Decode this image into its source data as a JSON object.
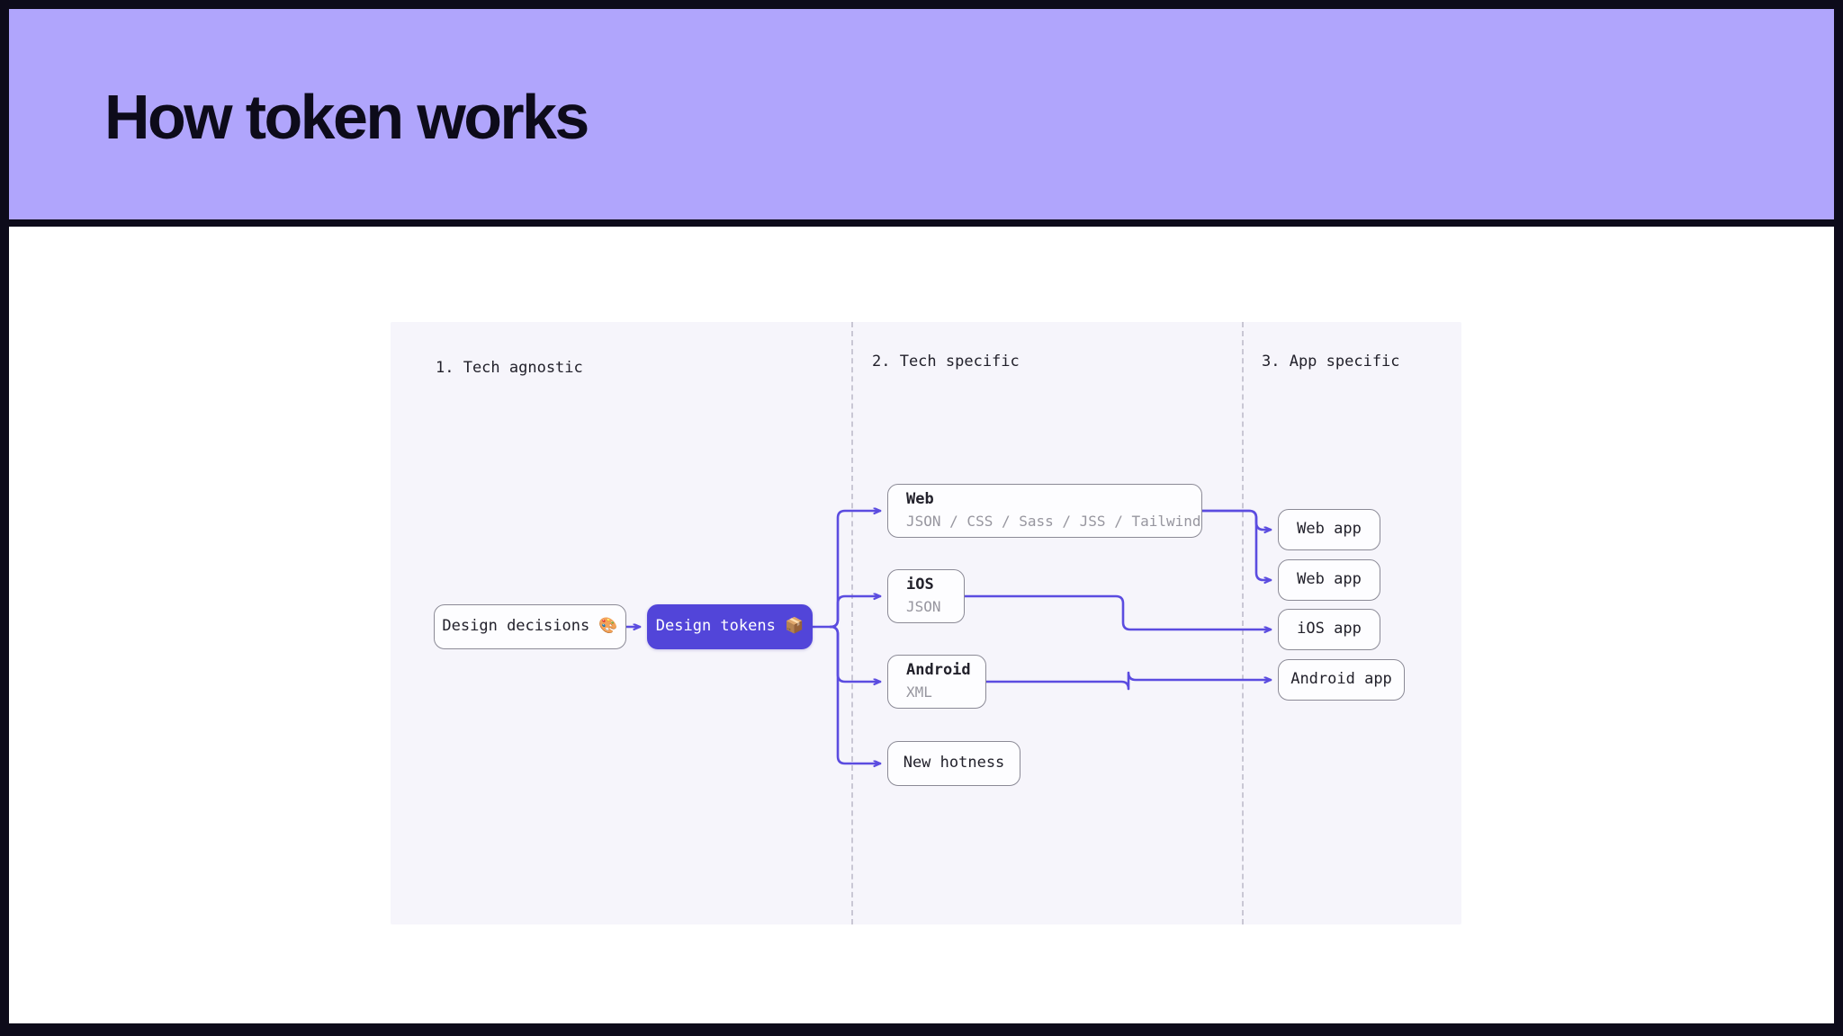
{
  "header": {
    "title": "How token works",
    "background": "#b0a5fc"
  },
  "theme": {
    "frame": "#0d0b1a",
    "canvas": "#ffffff",
    "panel_background": "#f6f5fb",
    "accent": "#5245d9",
    "connector": "#5b4ce0",
    "node_border": "#8b8a96",
    "muted_text": "#97969f",
    "divider": "#c9c7d4"
  },
  "diagram": {
    "type": "flow",
    "columns": [
      {
        "id": "col-1",
        "label": "1. Tech agnostic"
      },
      {
        "id": "col-2",
        "label": "2. Tech specific"
      },
      {
        "id": "col-3",
        "label": "3. App specific"
      }
    ],
    "nodes": {
      "design_decisions": {
        "title": "Design decisions 🎨",
        "column": "col-1",
        "style": "outline"
      },
      "design_tokens": {
        "title": "Design tokens 📦",
        "column": "col-1",
        "style": "filled"
      },
      "web": {
        "title": "Web",
        "subtitle": "JSON / CSS / Sass / JSS / Tailwind",
        "column": "col-2",
        "style": "outline"
      },
      "ios": {
        "title": "iOS",
        "subtitle": "JSON",
        "column": "col-2",
        "style": "outline"
      },
      "android": {
        "title": "Android",
        "subtitle": "XML",
        "column": "col-2",
        "style": "outline"
      },
      "new_hotness": {
        "title": "New hotness",
        "column": "col-2",
        "style": "outline"
      },
      "web_app_1": {
        "title": "Web app",
        "column": "col-3",
        "style": "outline"
      },
      "web_app_2": {
        "title": "Web app",
        "column": "col-3",
        "style": "outline"
      },
      "ios_app": {
        "title": "iOS app",
        "column": "col-3",
        "style": "outline"
      },
      "android_app": {
        "title": "Android app",
        "column": "col-3",
        "style": "outline"
      }
    },
    "edges": [
      {
        "from": "design_decisions",
        "to": "design_tokens"
      },
      {
        "from": "design_tokens",
        "to": "web"
      },
      {
        "from": "design_tokens",
        "to": "ios"
      },
      {
        "from": "design_tokens",
        "to": "android"
      },
      {
        "from": "design_tokens",
        "to": "new_hotness"
      },
      {
        "from": "web",
        "to": "web_app_1"
      },
      {
        "from": "web",
        "to": "web_app_2"
      },
      {
        "from": "ios",
        "to": "ios_app"
      },
      {
        "from": "android",
        "to": "android_app"
      }
    ]
  }
}
